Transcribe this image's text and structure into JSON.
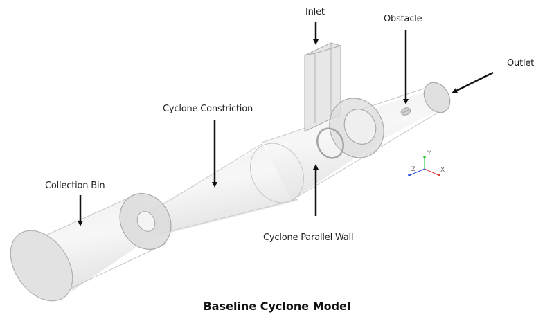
{
  "title": "Baseline Cyclone Model",
  "labels": {
    "inlet": "Inlet",
    "obstacle": "Obstacle",
    "outlet": "Outlet",
    "cyclone_constriction": "Cyclone Constriction",
    "collection_bin": "Collection Bin",
    "cyclone_parallel_wall": "Cyclone Parallel Wall"
  },
  "axes_triad": {
    "x": "X",
    "y": "Y",
    "z": "Z",
    "colors": {
      "x": "#e03c3c",
      "y": "#2ecc40",
      "z": "#3050e0"
    }
  },
  "colors": {
    "body_fill": "#e9e9e9",
    "body_stroke": "#b3b3b3",
    "arrow": "#111111"
  }
}
